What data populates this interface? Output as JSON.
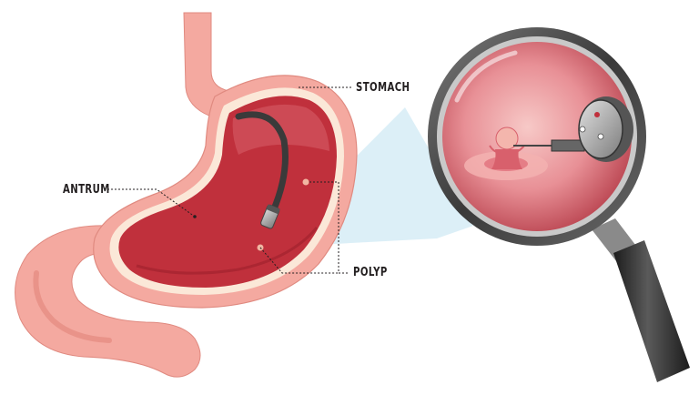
{
  "labels": {
    "stomach": "STOMACH",
    "antrum": "ANTRUM",
    "polyp": "POLYP"
  },
  "colors": {
    "stomach_outer": "#f4a9a0",
    "stomach_outer_shade": "#e99389",
    "stomach_lining": "#fbe8d8",
    "stomach_inner": "#c0303c",
    "stomach_inner_shade": "#9c1f2c",
    "endoscope": "#3a3a3a",
    "beam": "#d6ecf6",
    "lens_view": "#e07f86",
    "magnifier_rim": "#4a4a4a",
    "handle": "#2c2c2c",
    "leader_line": "#231f20"
  }
}
